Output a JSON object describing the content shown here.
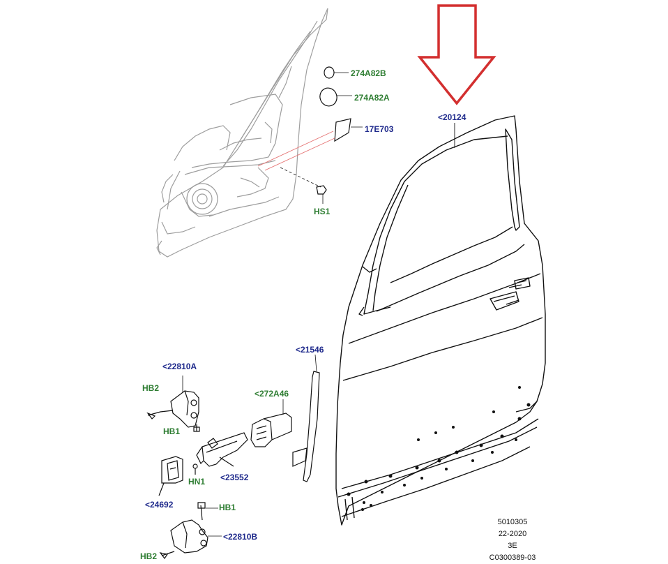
{
  "callouts": {
    "p274A82B": "274A82B",
    "p274A82A": "274A82A",
    "p17E703": "17E703",
    "p20124": "<20124",
    "pHS1": "HS1",
    "p21546": "<21546",
    "p22810A": "<22810A",
    "pHB2_top": "HB2",
    "pHB1_top": "HB1",
    "p272A46": "<272A46",
    "p23552": "<23552",
    "pHN1": "HN1",
    "p24692": "<24692",
    "pHB1_bottom": "HB1",
    "p22810B": "<22810B",
    "pHB2_bottom": "HB2"
  },
  "footer": {
    "line1": "5010305",
    "line2": "22-2020",
    "line3": "3E",
    "line4": "C0300389-03"
  },
  "colors": {
    "arrow": "#d32f2f",
    "part_number_label": "#1f2a8c",
    "fastener_label": "#2e7d32",
    "leader_line": "#e57373",
    "line_art": "#111111",
    "ghost_art": "#9e9e9e"
  }
}
